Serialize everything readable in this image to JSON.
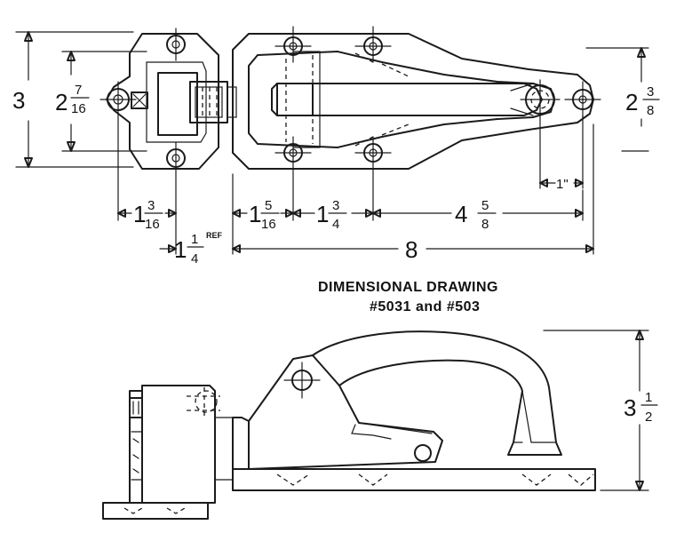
{
  "caption": {
    "title": "DIMENSIONAL DRAWING",
    "subtitle": "#5031 and #503"
  },
  "dimensions": {
    "overall_height": "3",
    "inner_height_whole": "2",
    "inner_height_num": "7",
    "inner_height_den": "16",
    "right_height_whole": "2",
    "right_height_num": "3",
    "right_height_den": "8",
    "one_inch": "1\"",
    "strike_width_whole": "1",
    "strike_width_num": "3",
    "strike_width_den": "16",
    "gap_whole": "1",
    "gap_num": "1",
    "gap_den": "4",
    "gap_ref": "REF",
    "base_left_whole": "1",
    "base_left_num": "5",
    "base_left_den": "16",
    "hole_spacing_whole": "1",
    "hole_spacing_num": "3",
    "hole_spacing_den": "4",
    "handle_span_whole": "4",
    "handle_span_num": "5",
    "handle_span_den": "8",
    "overall_length": "8",
    "side_height_whole": "3",
    "side_height_num": "1",
    "side_height_den": "2"
  }
}
